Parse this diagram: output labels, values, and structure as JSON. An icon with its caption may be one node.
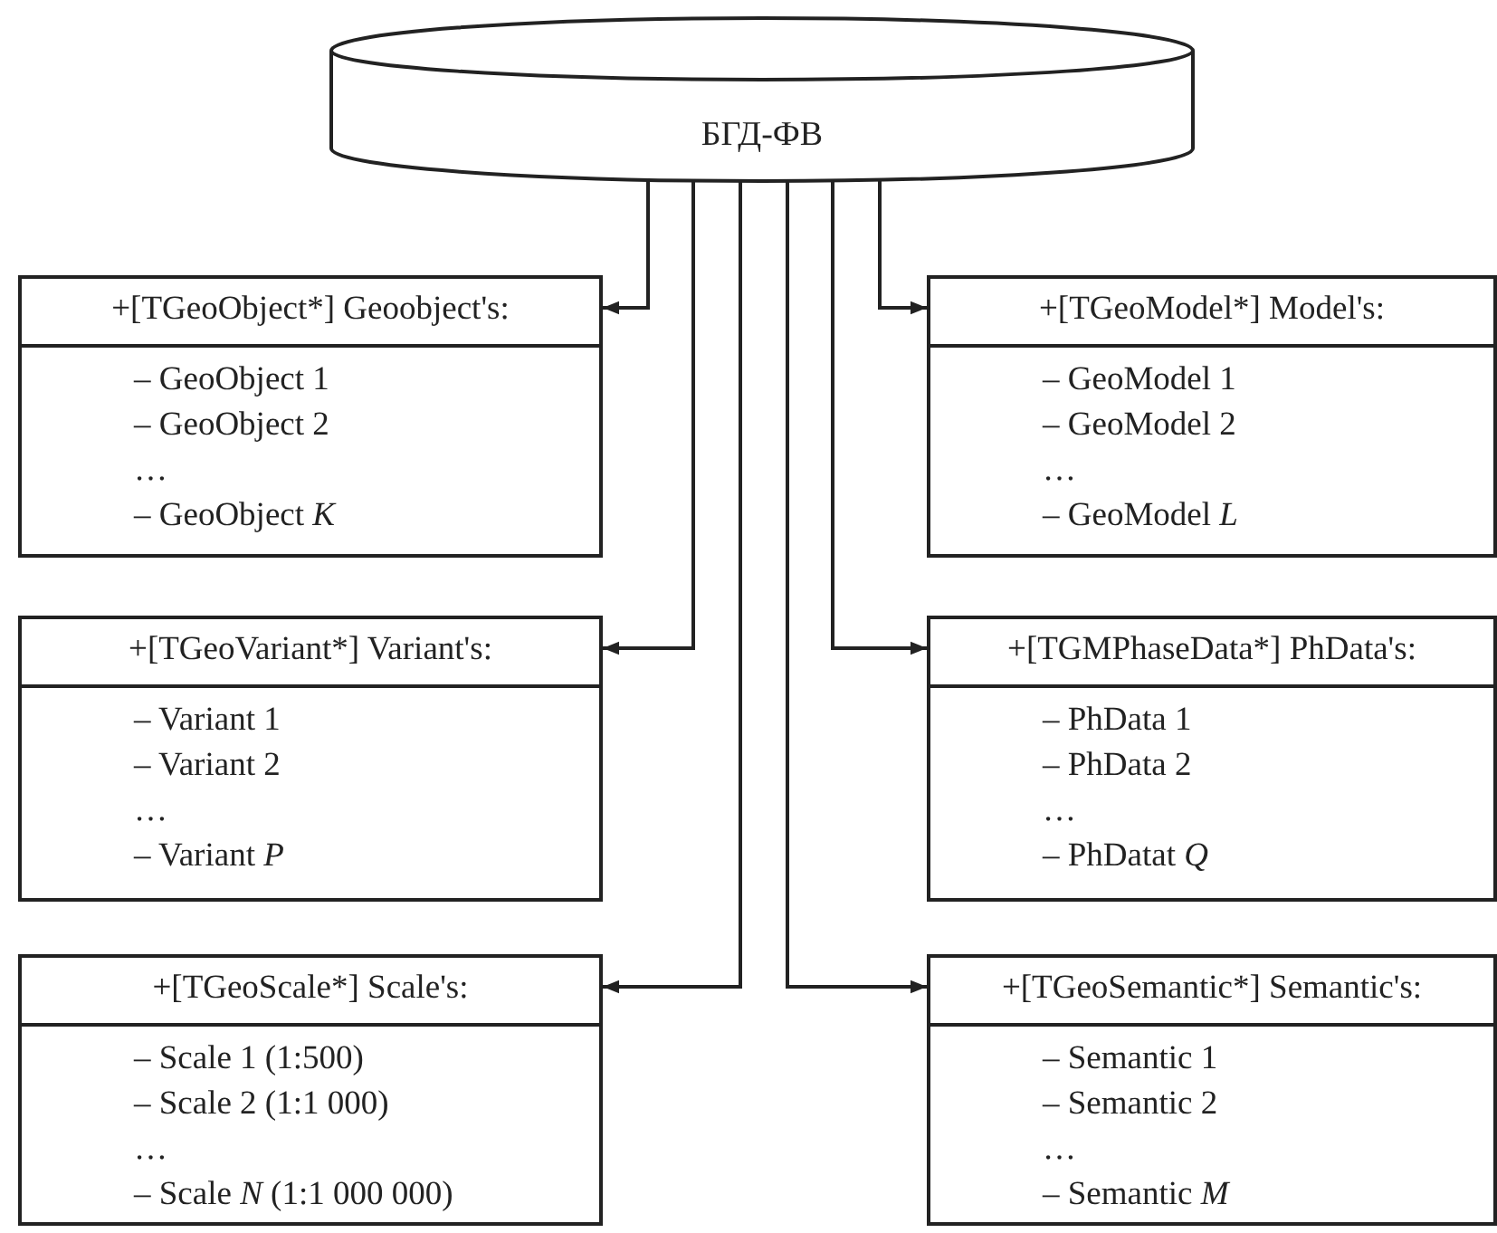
{
  "diagram": {
    "nodes": [
      {
        "text": [
          "БГД-ФВ"
        ]
      },
      {
        "text": [
          "+[TGeoObject*] Geoobject's:",
          "– GeoObject 1",
          "– GeoObject 2",
          "…",
          "– GeoObject *K*"
        ]
      },
      {
        "text": [
          "+[TGeoModel*] Model's:",
          "– GeoModel 1",
          "– GeoModel 2",
          "…",
          "– GeoModel *L*"
        ]
      },
      {
        "text": [
          "+[TGeoVariant*] Variant's:",
          "– Variant 1",
          "– Variant 2",
          "…",
          "– Variant *P*"
        ]
      },
      {
        "text": [
          "+[TGMPhaseData*] PhData's:",
          "– PhData 1",
          "– PhData 2",
          "…",
          "– PhDatat *Q*"
        ]
      },
      {
        "text": [
          "+[TGeoScale*] Scale's:",
          "– Scale 1 (1:500)",
          "– Scale 2 (1:1 000)",
          "…",
          "– Scale *N* (1:1 000 000)"
        ]
      },
      {
        "text": [
          "+[TGeoSemantic*] Semantic's:",
          "– Semantic 1",
          "– Semantic 2",
          "…",
          "– Semantic *M*"
        ]
      }
    ],
    "edges": [
      {
        "from": 0,
        "to": 1,
        "arrow": "to"
      },
      {
        "from": 0,
        "to": 3,
        "arrow": "to"
      },
      {
        "from": 0,
        "to": 5,
        "arrow": "to"
      },
      {
        "from": 0,
        "to": 6,
        "arrow": "to"
      },
      {
        "from": 0,
        "to": 4,
        "arrow": "to"
      },
      {
        "from": 0,
        "to": 2,
        "arrow": "to"
      }
    ]
  }
}
